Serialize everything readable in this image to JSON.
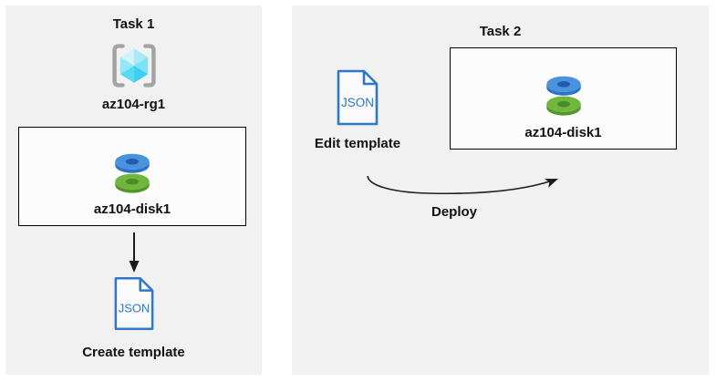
{
  "diagram": {
    "task1": {
      "title": "Task 1",
      "resource_group_label": "az104-rg1",
      "disk_label": "az104-disk1",
      "json_file_text": "JSON",
      "action_label": "Create template"
    },
    "task2": {
      "title": "Task 2",
      "disk_label": "az104-disk1",
      "json_file_text": "JSON",
      "edit_label": "Edit template",
      "deploy_label": "Deploy"
    }
  },
  "icons": {
    "resource_group": "resource-group-icon",
    "managed_disk": "managed-disk-icon",
    "json_file": "json-file-icon",
    "down_arrow": "down-arrow-icon",
    "deploy_arrow": "curved-arrow-icon"
  },
  "colors": {
    "panel_background": "#f1f1f2",
    "box_background": "#fcfcfc",
    "box_border": "#000000",
    "json_blue": "#2e78c7",
    "disk_blue_top": "#4a92de",
    "disk_blue_rim": "#2b73c4",
    "disk_blue_hole": "#1d5fae",
    "disk_green_top": "#71b73e",
    "disk_green_rim": "#55962a",
    "disk_green_hole": "#4c8c26",
    "bracket_gray": "#a3a3a3",
    "cube_cyan_bright": "#3bd0f0",
    "cube_cyan_light": "#cff3fb",
    "arrow_color": "#1a1a1a"
  }
}
